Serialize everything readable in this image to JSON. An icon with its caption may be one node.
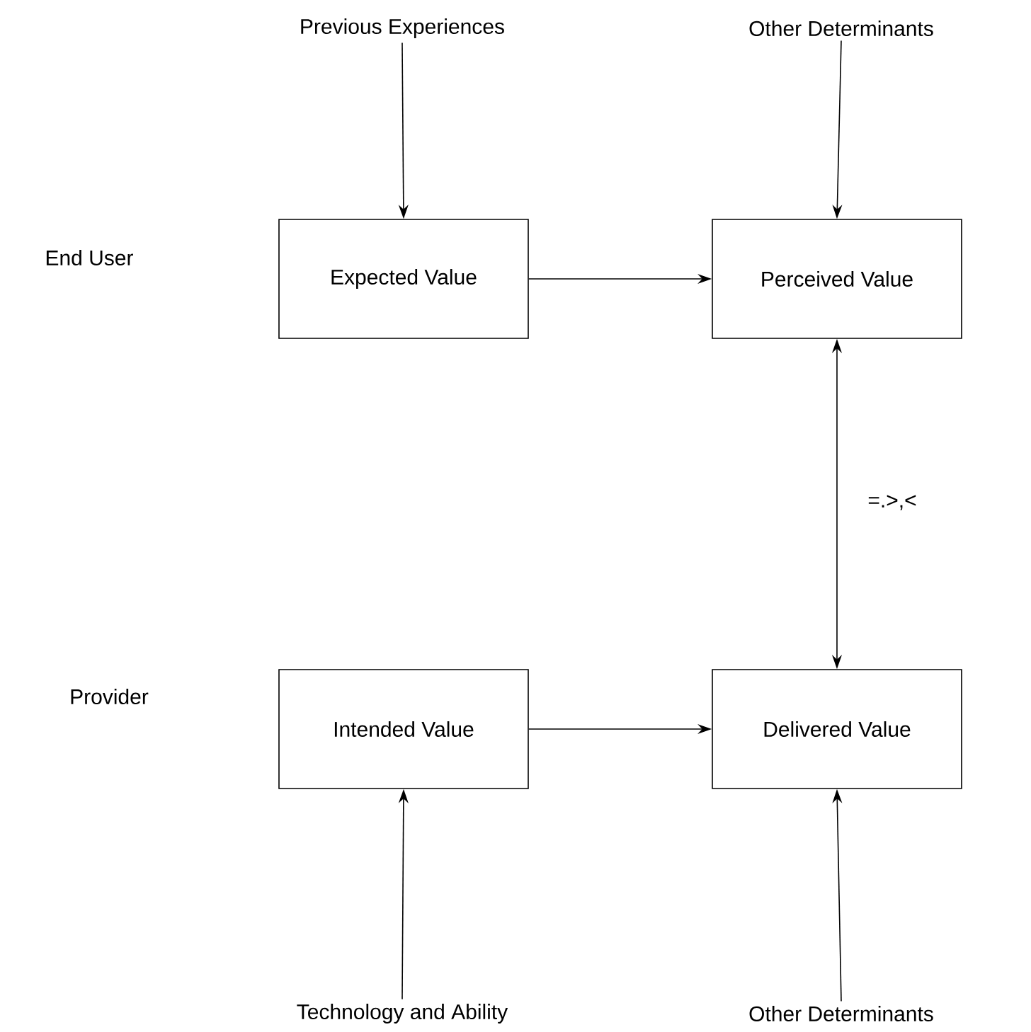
{
  "diagram": {
    "nodes": [
      {
        "text": [
          "Previous Experiences"
        ]
      },
      {
        "text": [
          "Other Determinants"
        ]
      },
      {
        "text": [
          "Expected Value"
        ]
      },
      {
        "text": [
          "Perceived Value"
        ]
      },
      {
        "text": [
          "Intended Value"
        ]
      },
      {
        "text": [
          "Delivered Value"
        ]
      },
      {
        "text": [
          "Technology and Ability"
        ]
      },
      {
        "text": [
          "Other Determinants"
        ]
      }
    ],
    "edges": [
      {
        "from": 0,
        "to": 2,
        "arrow": "to"
      },
      {
        "from": 1,
        "to": 3,
        "arrow": "to"
      },
      {
        "from": 2,
        "to": 3,
        "arrow": "to"
      },
      {
        "from": 3,
        "to": 5,
        "arrow": "both",
        "label": "=.>,<"
      },
      {
        "from": 4,
        "to": 5,
        "arrow": "to"
      },
      {
        "from": 6,
        "to": 4,
        "arrow": "to"
      },
      {
        "from": 7,
        "to": 5,
        "arrow": "to"
      }
    ],
    "labels": [
      "End User",
      "Provider"
    ]
  }
}
